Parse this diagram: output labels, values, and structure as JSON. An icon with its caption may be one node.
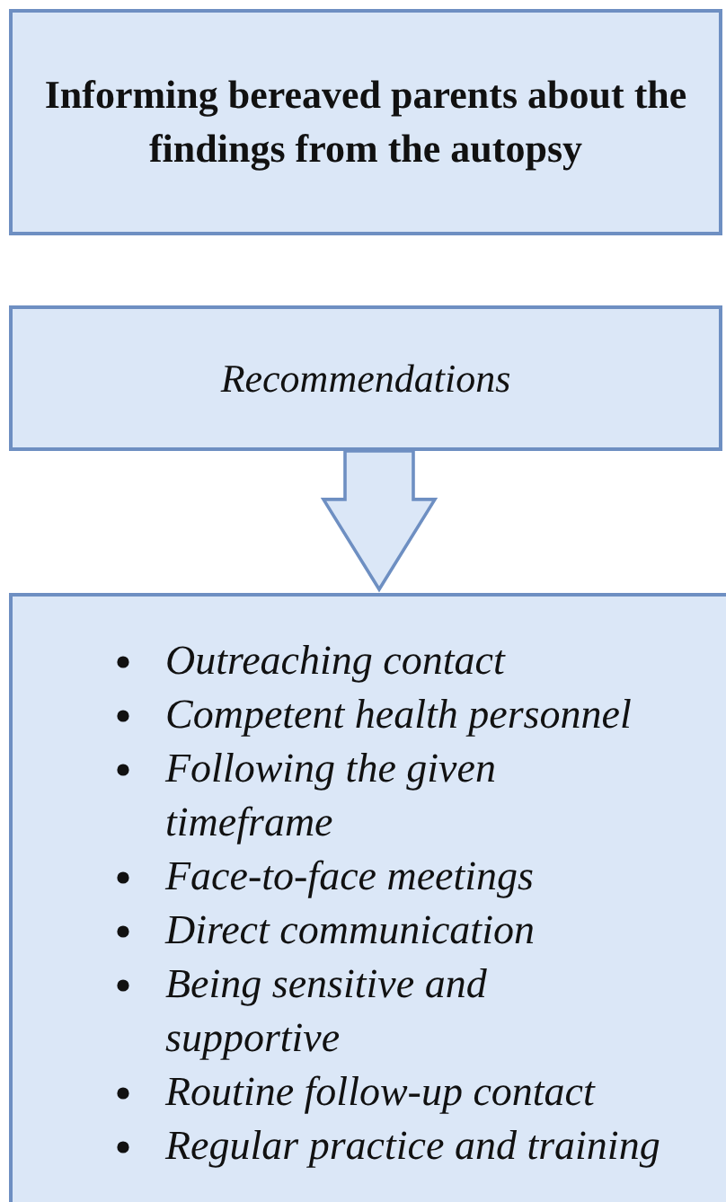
{
  "diagram": {
    "nodes": [
      {
        "text": [
          "Informing bereaved parents about the findings from the autopsy"
        ]
      },
      {
        "text": [
          "Recommendations"
        ]
      },
      {
        "text": [
          "Outreaching contact",
          "Competent health personnel",
          "Following the given timeframe",
          "Face-to-face meetings",
          "Direct communication",
          "Being sensitive and supportive",
          "Routine follow-up contact",
          "Regular practice and training"
        ]
      }
    ],
    "edges": [
      {
        "from": 1,
        "to": 2,
        "arrow": "to"
      }
    ]
  }
}
